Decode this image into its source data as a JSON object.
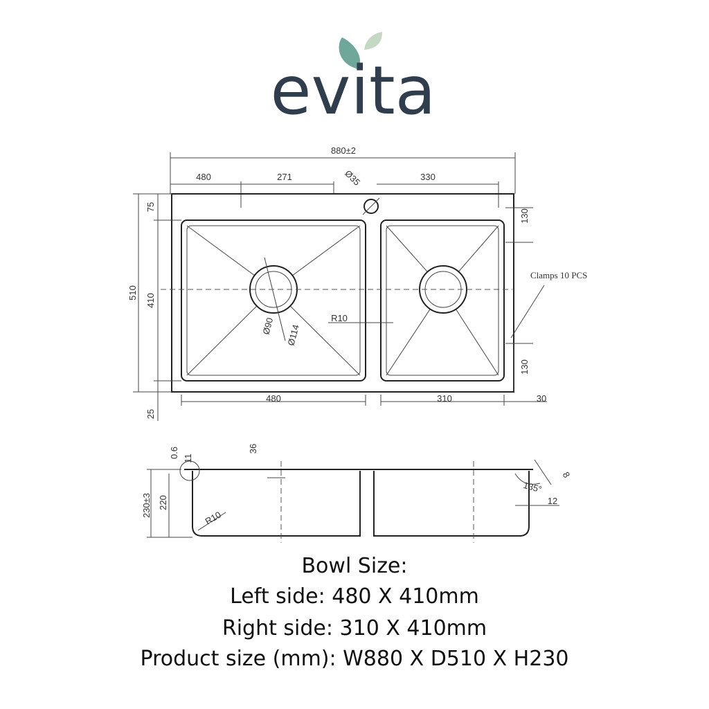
{
  "brand": {
    "logo_text": "evita",
    "leaf_color_dark": "#6fa79a",
    "leaf_color_light": "#c5d8c3",
    "text_color": "#2f3d4c"
  },
  "drawing": {
    "top_view": {
      "overall_width": "880±2",
      "left_offset": "480",
      "hole_offset": "271",
      "tap_hole": "Ø35",
      "right_offset": "330",
      "depth_total": "510",
      "top_margin": "75",
      "bowl_depth": "410",
      "bottom_margin": "25",
      "right_top": "130",
      "right_bottom": "130",
      "left_bowl_width": "480",
      "right_bowl_width": "310",
      "right_edge": "30",
      "inner_drain": "Ø90",
      "outer_drain": "Ø114",
      "radius": "R10",
      "clamps_note": "Clamps 10 PCS"
    },
    "side_view": {
      "thickness": "0.6",
      "flange": "11",
      "drain_offset": "36",
      "height_total": "230±3",
      "height_inner": "220",
      "radius": "R10",
      "angle": "135°",
      "edge_8": "8",
      "edge_12": "12"
    }
  },
  "caption": {
    "line1": "Bowl Size:",
    "line2": "Left side: 480 X 410mm",
    "line3": "Right side: 310 X 410mm",
    "line4": "Product size (mm): W880 X D510 X H230"
  }
}
